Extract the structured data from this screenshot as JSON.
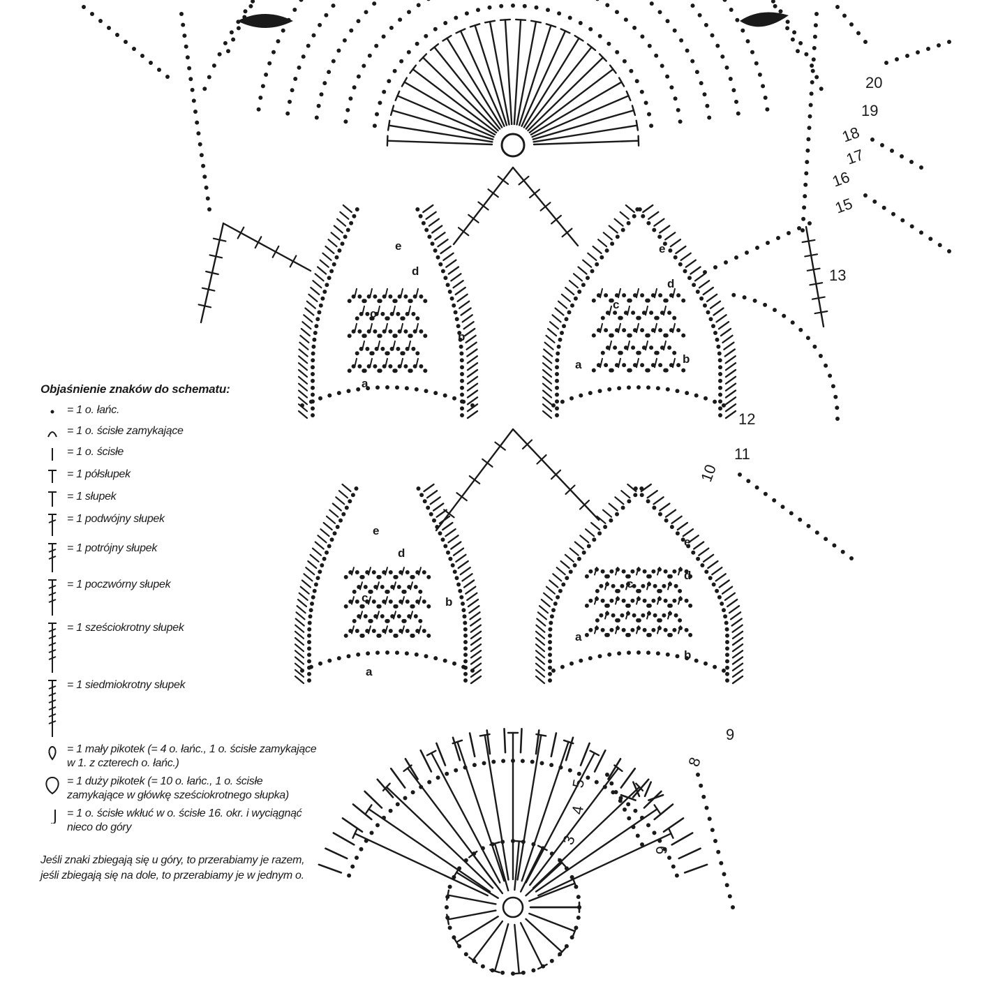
{
  "legend": {
    "title": "Objaśnienie znaków do schematu:",
    "items": [
      {
        "symbol": "chain-dot",
        "text": "= 1 o. łańc."
      },
      {
        "symbol": "slip-stitch-arc",
        "text": "= 1 o. ścisłe zamykające"
      },
      {
        "symbol": "single-crochet-bar",
        "text": "= 1 o. ścisłe"
      },
      {
        "symbol": "half-double-crochet",
        "text": "= 1 półsłupek"
      },
      {
        "symbol": "double-crochet",
        "text": "= 1 słupek"
      },
      {
        "symbol": "treble-crochet",
        "text": "= 1 podwójny słupek"
      },
      {
        "symbol": "triple-treble",
        "text": "= 1 potrójny słupek"
      },
      {
        "symbol": "quadruple-treble",
        "text": "= 1 poczwórny słupek"
      },
      {
        "symbol": "sextuple-treble",
        "text": "= 1 sześciokrotny słupek"
      },
      {
        "symbol": "septuple-treble",
        "text": "= 1 siedmiokrotny słupek"
      },
      {
        "symbol": "small-picot",
        "text": "= 1 mały pikotek (= 4 o. łańc., 1 o. ścisłe zamykające w 1. z czterech o. łańc.)"
      },
      {
        "symbol": "large-picot",
        "text": "= 1 duży pikotek (= 10 o. łańc., 1 o. ścisłe zamykające w główkę sześciokrotnego słupka)"
      },
      {
        "symbol": "hook-j",
        "text": "= 1 o. ścisłe wkłuć w o. ścisłe 16. okr. i wyciągnąć nieco do góry"
      }
    ],
    "note": "Jeśli znaki zbiegają się u góry, to przerabiamy je razem, jeśli zbiegają się na dole, to przerabiamy je w jednym o."
  },
  "row_numbers": [
    "3",
    "4",
    "5",
    "6",
    "8",
    "9",
    "10",
    "11",
    "12",
    "13",
    "15",
    "16",
    "17",
    "18",
    "19",
    "20"
  ],
  "section_labels": [
    "a",
    "b",
    "c",
    "d",
    "e"
  ]
}
